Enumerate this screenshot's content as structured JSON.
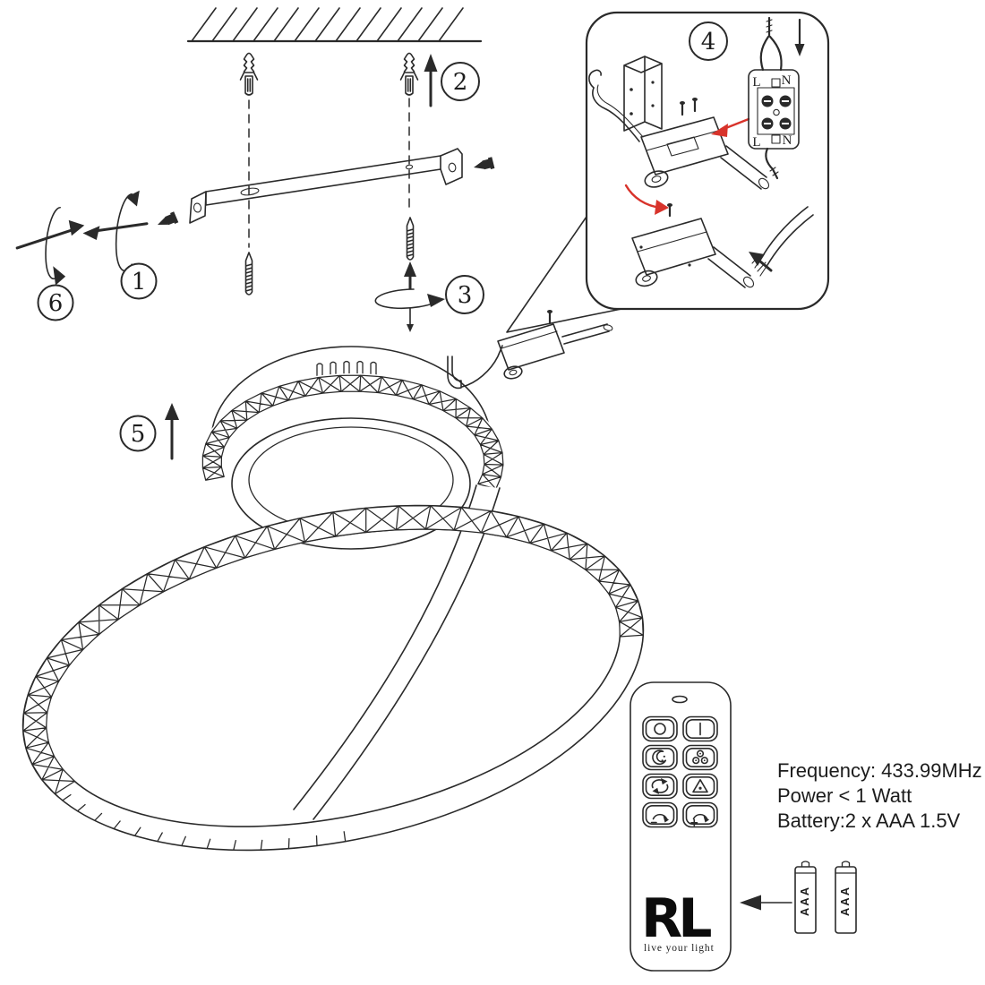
{
  "title": "ceiling-light-installation-diagram",
  "steps": [
    "1",
    "2",
    "3",
    "4",
    "5",
    "6"
  ],
  "terminal": {
    "top_left": "L",
    "top_right": "N",
    "bottom_left": "L",
    "bottom_right": "N"
  },
  "specs": {
    "frequency": "Frequency: 433.99MHz",
    "power": "Power < 1 Watt",
    "battery": "Battery:2 x AAA 1.5V"
  },
  "remote": {
    "logo": "RL",
    "tagline": "live your light",
    "buttons": [
      {
        "icon": "power-off-icon"
      },
      {
        "icon": "power-on-icon"
      },
      {
        "icon": "night-mode-icon"
      },
      {
        "icon": "color-mode-icon"
      },
      {
        "icon": "cycle-mode-icon"
      },
      {
        "icon": "scene-mode-icon"
      },
      {
        "icon": "dim-down-icon"
      },
      {
        "icon": "dim-up-icon"
      }
    ]
  },
  "batteries": [
    {
      "label": "AAA"
    },
    {
      "label": "AAA"
    }
  ],
  "colors": {
    "line": "#2a2a2a",
    "accent": "#d8332b",
    "text": "#1c1c1c"
  }
}
